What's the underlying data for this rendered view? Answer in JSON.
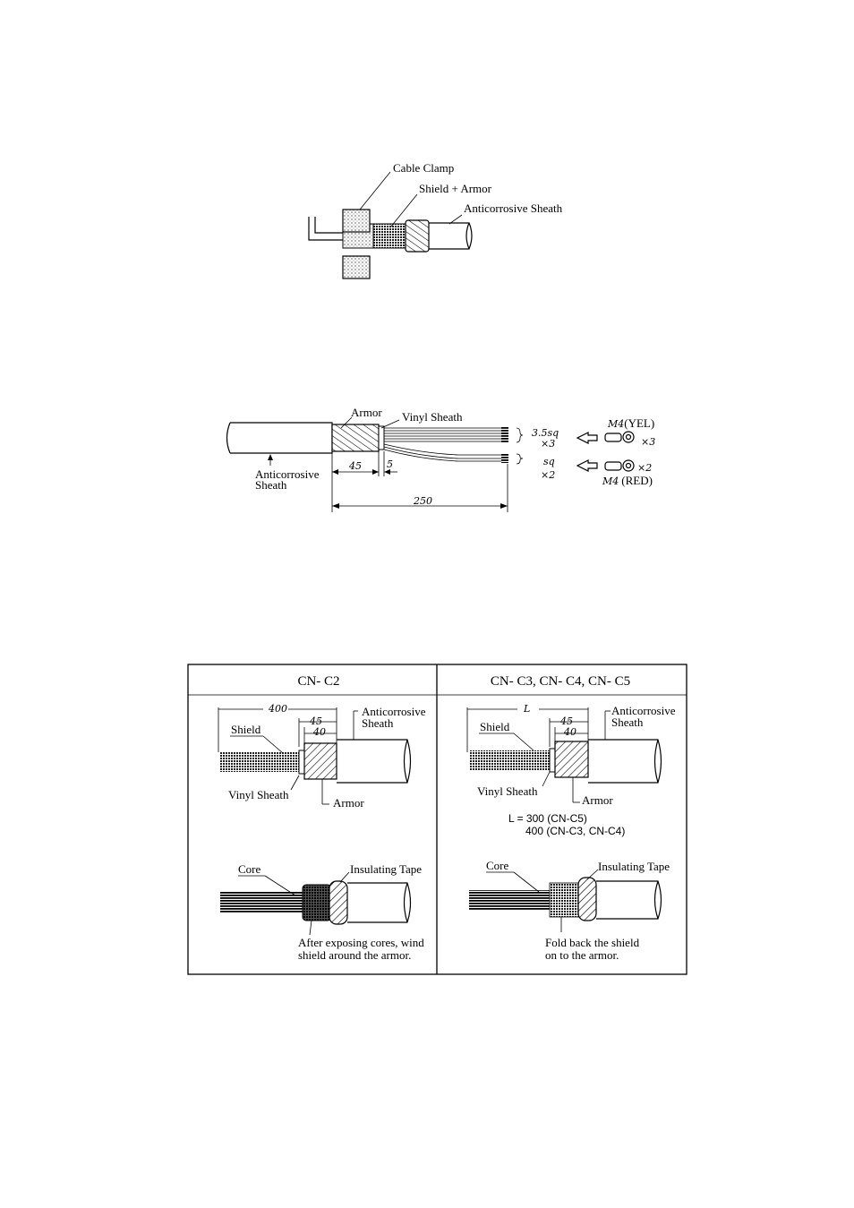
{
  "fig1": {
    "cable_clamp": "Cable Clamp",
    "shield_armor": "Shield + Armor",
    "anticorrosive_sheath": "Anticorrosive Sheath"
  },
  "fig2": {
    "armor": "Armor",
    "vinyl_sheath": "Vinyl Sheath",
    "anticorrosive": "Anticorrosive",
    "sheath": "Sheath",
    "dim_45": "45",
    "dim_5": "5",
    "dim_250": "250",
    "wire1_size": "3.5sq",
    "wire1_count": "×3",
    "wire2_size": "sq",
    "wire2_count": "×2",
    "term1_name": "M4",
    "term1_color": "(YEL)",
    "term1_count": "×3",
    "term2_name": "M4",
    "term2_color": "(RED)",
    "term2_count": "×2"
  },
  "table": {
    "left_header": "CN- C2",
    "right_header": "CN- C3, CN- C4, CN- C5",
    "left": {
      "dim_total": "400",
      "dim_45": "45",
      "dim_40": "40",
      "shield": "Shield",
      "anticorrosive": "Anticorrosive",
      "sheath": "Sheath",
      "vinyl_sheath": "Vinyl Sheath",
      "armor": "Armor",
      "core": "Core",
      "insulating_tape": "Insulating Tape",
      "note_line1": "After exposing cores, wind",
      "note_line2": "shield around the armor."
    },
    "right": {
      "dim_total": "L",
      "dim_45": "45",
      "dim_40": "40",
      "shield": "Shield",
      "anticorrosive": "Anticorrosive",
      "sheath": "Sheath",
      "vinyl_sheath": "Vinyl Sheath",
      "armor": "Armor",
      "l_line1": "L = 300 (CN-C5)",
      "l_line2": "400 (CN-C3, CN-C4)",
      "core": "Core",
      "insulating_tape": "Insulating Tape",
      "note_line1": "Fold back the shield",
      "note_line2": "on to the armor."
    }
  }
}
